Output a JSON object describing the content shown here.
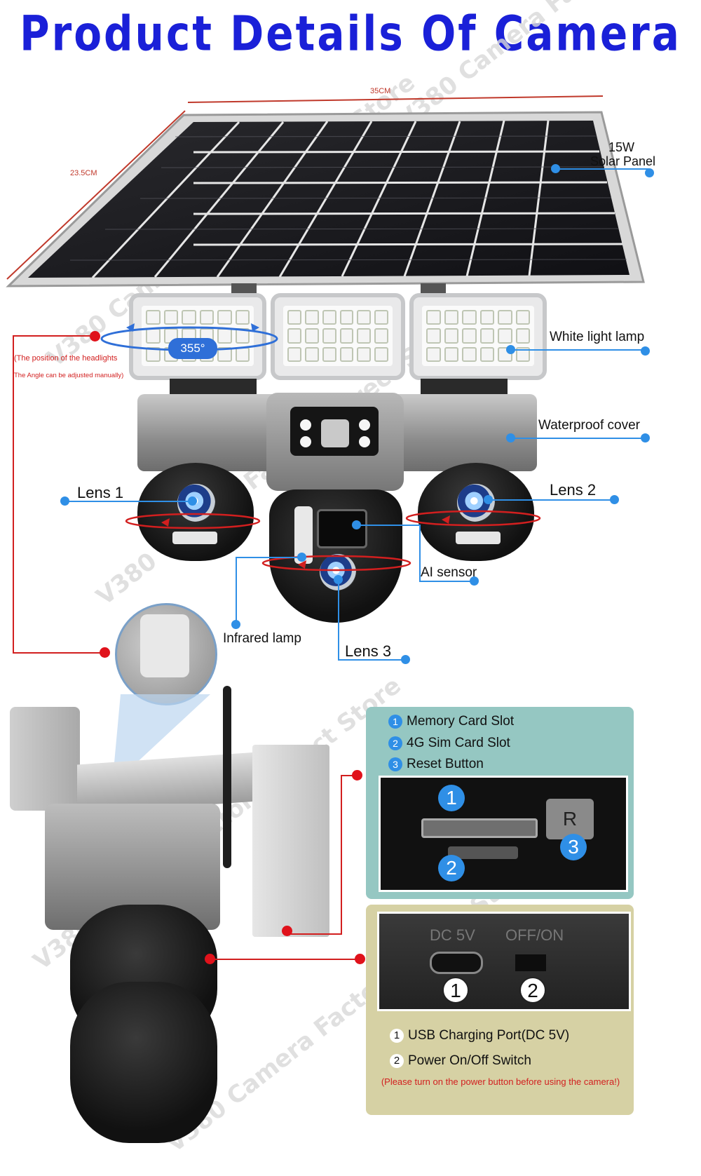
{
  "title": "Product Details Of Camera",
  "dimensions": {
    "width_label": "35CM",
    "height_label": "23.5CM"
  },
  "watermark": "V380 Camera Factory Direct Store",
  "rotation_label": "355°",
  "headlight_notes": {
    "line1": "(The position of the headlights",
    "line2": "The Angle can be adjusted manually)"
  },
  "callouts": {
    "solar_power": "15W",
    "solar_panel": "Solar Panel",
    "white_light_lamp": "White light lamp",
    "waterproof_cover": "Waterproof cover",
    "lens1": "Lens 1",
    "lens2": "Lens 2",
    "lens3": "Lens 3",
    "ai_sensor": "AI sensor",
    "infrared_lamp": "Infrared lamp"
  },
  "slots_panel": {
    "items": [
      {
        "num": "1",
        "label": "Memory Card Slot"
      },
      {
        "num": "2",
        "label": "4G Sim Card Slot"
      },
      {
        "num": "3",
        "label": "Reset Button"
      }
    ],
    "photo_markers": [
      "1",
      "2",
      "3"
    ],
    "photo_letter": "R"
  },
  "ports_panel": {
    "photo_labels": {
      "dc": "DC 5V",
      "switch": "OFF/ON"
    },
    "photo_markers": [
      "1",
      "2"
    ],
    "items": [
      {
        "num": "1",
        "label": "USB Charging Port(DC 5V)"
      },
      {
        "num": "2",
        "label": "Power On/Off Switch"
      }
    ],
    "warning": "(Please turn on the power button before using the camera!)"
  },
  "colors": {
    "title": "#1a20d8",
    "callout_blue": "#2f8fe6",
    "red": "#d21f1f"
  }
}
